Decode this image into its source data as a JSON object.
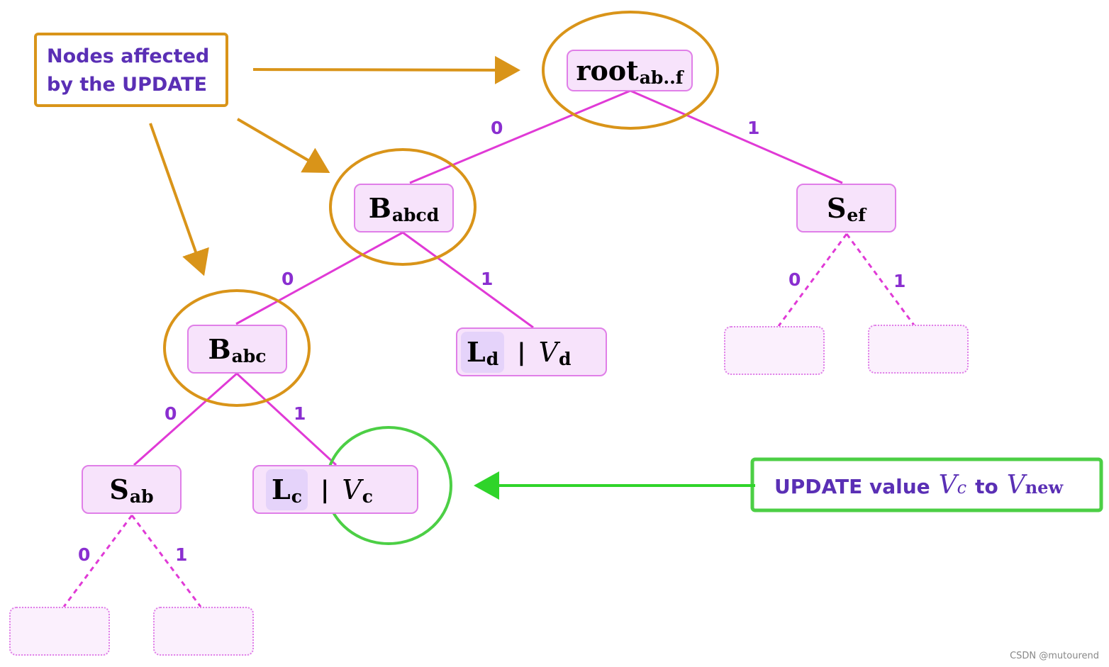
{
  "notes": {
    "affected_line1": "Nodes affected",
    "affected_line2": "by the UPDATE",
    "update_prefix": "UPDATE value",
    "update_var1": "V",
    "update_var1_sub": "c",
    "update_mid": "to",
    "update_var2": "V",
    "update_var2_sub": "new"
  },
  "nodes": {
    "root": {
      "main": "root",
      "sub": "ab..f"
    },
    "babcd": {
      "main": "B",
      "sub": "abcd"
    },
    "sef": {
      "main": "S",
      "sub": "ef"
    },
    "babc": {
      "main": "B",
      "sub": "abc"
    },
    "ld": {
      "key": "L",
      "key_sub": "d",
      "sep": "|",
      "val": "V",
      "val_sub": "d"
    },
    "sab": {
      "main": "S",
      "sub": "ab"
    },
    "lc": {
      "key": "L",
      "key_sub": "c",
      "sep": "|",
      "val": "V",
      "val_sub": "c"
    }
  },
  "edge_labels": {
    "root_left": "0",
    "root_right": "1",
    "babcd_left": "0",
    "babcd_right": "1",
    "sef_left": "0",
    "sef_right": "1",
    "babc_left": "0",
    "babc_right": "1",
    "sab_left": "0",
    "sab_right": "1"
  },
  "colors": {
    "edge": "#e03ad6",
    "affected_highlight": "#d99419",
    "update_highlight": "#4ccf45",
    "label": "#8a2fd0",
    "note_text": "#5a2fb5",
    "node_fill": "#f7e3fb",
    "node_border": "#e07fe8"
  },
  "watermark": "CSDN @mutourend"
}
